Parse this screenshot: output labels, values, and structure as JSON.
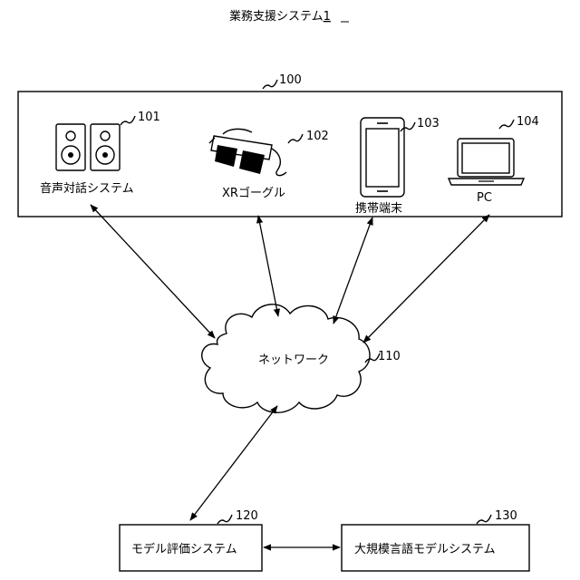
{
  "title": {
    "text": "業務支援システム",
    "number": "1"
  },
  "terminal_group": {
    "ref": "100",
    "devices": [
      {
        "name": "音声対話システム",
        "ref": "101",
        "icon": "speakers-icon"
      },
      {
        "name": "XRゴーグル",
        "ref": "102",
        "icon": "xr-goggles-icon"
      },
      {
        "name": "携帯端末",
        "ref": "103",
        "icon": "smartphone-icon"
      },
      {
        "name": "PC",
        "ref": "104",
        "icon": "laptop-icon"
      }
    ]
  },
  "network": {
    "name": "ネットワーク",
    "ref": "110",
    "icon": "cloud-icon"
  },
  "model_eval": {
    "name": "モデル評価システム",
    "ref": "120"
  },
  "llm": {
    "name": "大規模言語モデルシステム",
    "ref": "130"
  }
}
